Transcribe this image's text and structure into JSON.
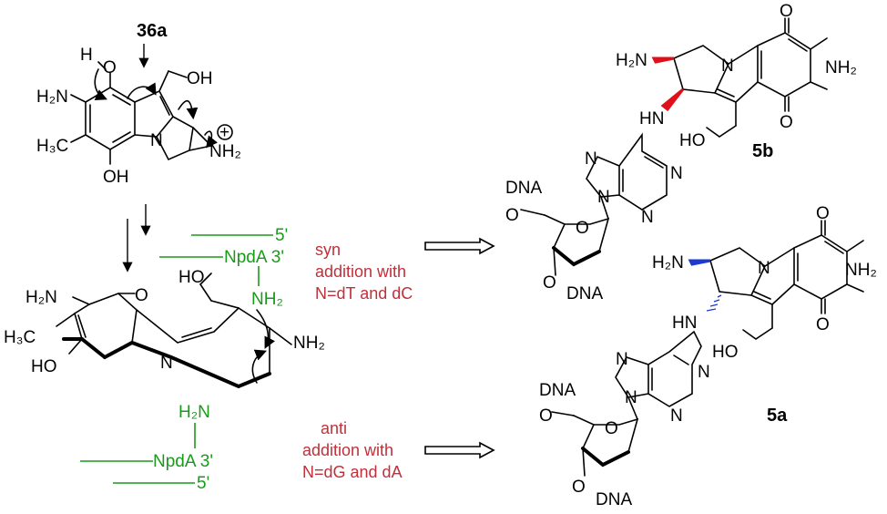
{
  "compound_36a": {
    "label": "36a",
    "atoms": {
      "h": "H",
      "o_top": "O",
      "oh_top": "OH",
      "h2n": "H₂N",
      "h3c": "H₃C",
      "oh_bottom": "OH",
      "n_ring": "N",
      "nh2_plus": "NH₂",
      "plus": "+"
    }
  },
  "intermediate": {
    "h2n": "H₂N",
    "o": "O",
    "h3c": "H₃C",
    "ho_left": "HO",
    "ho_top": "HO",
    "n_ring": "N",
    "nh2": "NH₂"
  },
  "dna_top": {
    "five_prime": "5'",
    "strand": "NpdA 3'",
    "nh2": "NH₂"
  },
  "dna_bottom": {
    "h2n": "H₂N",
    "strand": "NpdA 3'",
    "five_prime": "5'"
  },
  "syn_text": {
    "line1": "syn",
    "line2": "addition with",
    "line3": "N=dT and dC"
  },
  "anti_text": {
    "line1": "anti",
    "line2": "addition with",
    "line3": "N=dG and dA"
  },
  "product_5b": {
    "label": "5b",
    "h2n": "H₂N",
    "o_top": "O",
    "nh2": "NH₂",
    "o_bottom": "O",
    "n": "N",
    "hn": "HN",
    "ho": "HO",
    "purine_n1": "N",
    "purine_n2": "N",
    "purine_n3": "N",
    "purine_n4": "N",
    "dna_top": "DNA",
    "o_sugar5": "O",
    "o_ring": "O",
    "o_sugar3": "O",
    "dna_bottom": "DNA"
  },
  "product_5a": {
    "label": "5a",
    "h2n": "H₂N",
    "o_top": "O",
    "nh2": "NH₂",
    "o_bottom": "O",
    "n": "N",
    "hn": "HN",
    "ho": "HO",
    "purine_n1": "N",
    "purine_n2": "N",
    "purine_n3": "N",
    "purine_n4": "N",
    "dna_top": "DNA",
    "o_sugar5": "O",
    "o_ring": "O",
    "o_sugar3": "O",
    "dna_bottom": "DNA"
  },
  "colors": {
    "green": "#1a9a1a",
    "red_text": "#c0303a",
    "red_wedge": "#e0101a",
    "blue_wedge": "#1a3ad0"
  }
}
